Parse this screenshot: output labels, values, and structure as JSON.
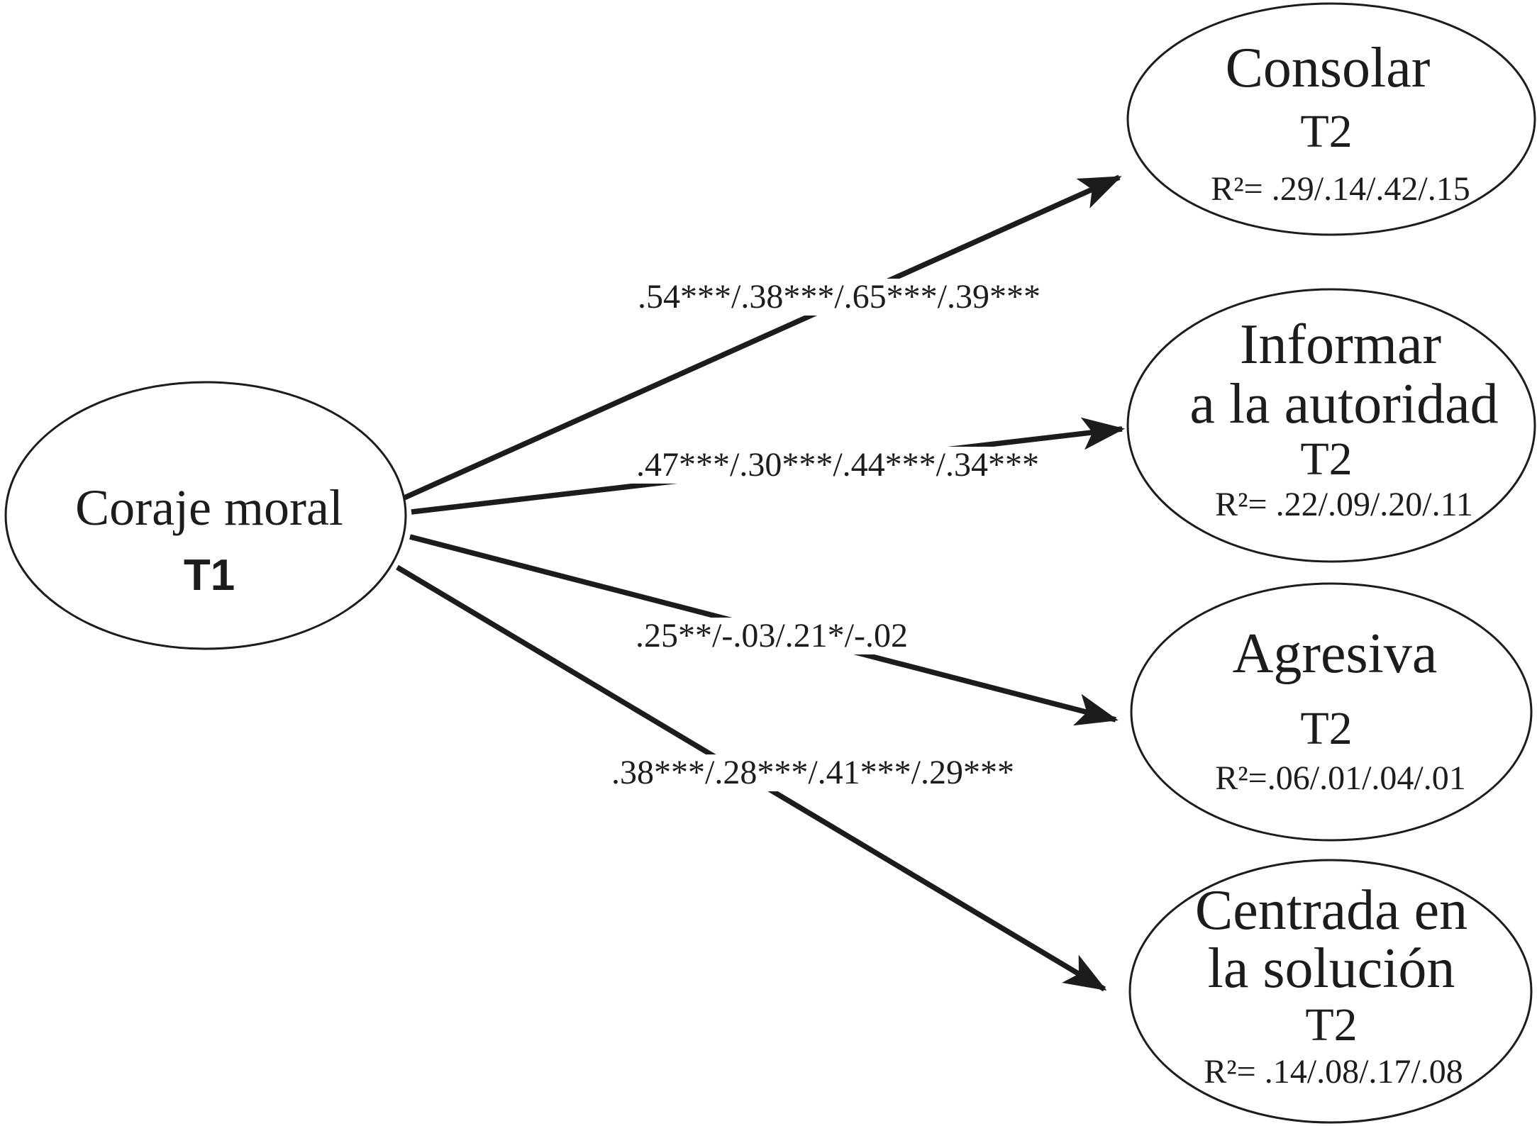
{
  "colors": {
    "ink": "#1c1c1c",
    "background": "#ffffff"
  },
  "predictor": {
    "title": "Coraje moral",
    "time": "T1"
  },
  "outcomes": [
    {
      "title_lines": [
        "Consolar"
      ],
      "time": "T2",
      "r2": "R²=  .29/.14/.42/.15",
      "path_label": ".54***/.38***/.65***/.39***"
    },
    {
      "title_lines": [
        "Informar",
        "a la autoridad"
      ],
      "time": "T2",
      "r2": "R²= .22/.09/.20/.11",
      "path_label": ".47***/.30***/.44***/.34***"
    },
    {
      "title_lines": [
        "Agresiva"
      ],
      "time": "T2",
      "r2": "R²=.06/.01/.04/.01",
      "path_label": ".25**/-.03/.21*/-.02"
    },
    {
      "title_lines": [
        "Centrada en",
        "la solución"
      ],
      "time": "T2",
      "r2": "R²= .14/.08/.17/.08",
      "path_label": ".38***/.28***/.41***/.29***"
    }
  ]
}
